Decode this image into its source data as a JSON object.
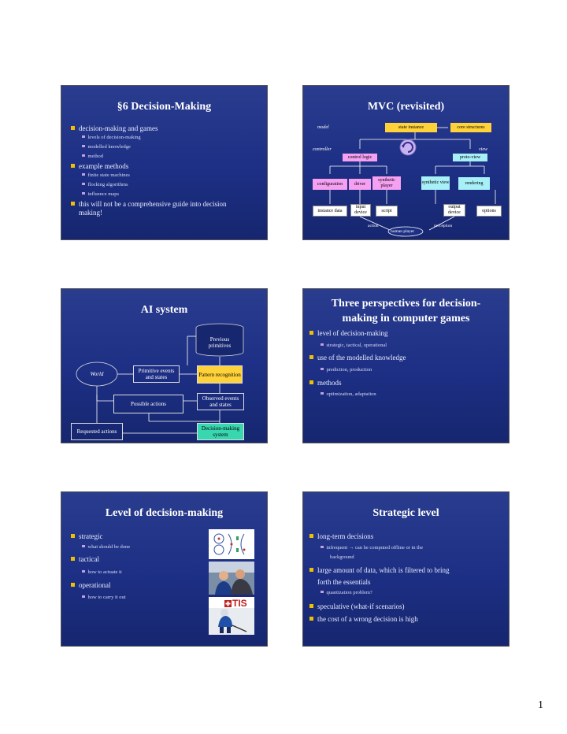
{
  "page_number": "1",
  "slide1": {
    "title": "§6 Decision-Making",
    "items": [
      {
        "level": 1,
        "text": "decision-making and games"
      },
      {
        "level": 2,
        "text": "levels of decision-making"
      },
      {
        "level": 2,
        "text": "modelled knowledge"
      },
      {
        "level": 2,
        "text": "method"
      },
      {
        "level": 1,
        "text": "example methods"
      },
      {
        "level": 2,
        "text": "finite state machines"
      },
      {
        "level": 2,
        "text": "flocking algorithms"
      },
      {
        "level": 2,
        "text": "influence maps"
      },
      {
        "level": 1,
        "text": "this will not be a comprehensive guide into decision"
      },
      {
        "level": 0,
        "text": "making!"
      }
    ]
  },
  "slide2": {
    "title": "MVC (revisited)",
    "model": "model",
    "controller": "controller",
    "view": "view",
    "state_instance": "state instance",
    "core_structures": "core structures",
    "control_logic": "control logic",
    "proto_view": "proto-view",
    "configuration": "configuration",
    "driver": "driver",
    "synthetic_player": "synthetic player",
    "synthetic_view": "synthetic view",
    "rendering": "rendering",
    "instance_data": "instance data",
    "input_device": "input device",
    "script": "script",
    "output_device": "output device",
    "options": "options",
    "action": "action",
    "perception": "perception",
    "human_player": "human player"
  },
  "slide3": {
    "title": "AI system",
    "previous_primitives": "Previous primitives",
    "world": "World",
    "primitive_events": "Primitive events and states",
    "pattern_recognition": "Pattern recognition",
    "possible_actions": "Possible actions",
    "observed_events": "Observed events and states",
    "requested_actions": "Requested actions",
    "decision_making_system": "Decision-making system"
  },
  "slide4": {
    "title_line1": "Three perspectives for decision-",
    "title_line2": "making in computer games",
    "items": [
      {
        "level": 1,
        "text": "level of decision-making"
      },
      {
        "level": 2,
        "text": "strategic, tactical, operational"
      },
      {
        "level": 1,
        "text": "use of the modelled knowledge"
      },
      {
        "level": 2,
        "text": "prediction, production"
      },
      {
        "level": 1,
        "text": "methods"
      },
      {
        "level": 2,
        "text": "optimization, adaptation"
      }
    ]
  },
  "slide5": {
    "title": "Level of decision-making",
    "items": [
      {
        "level": 1,
        "text": "strategic"
      },
      {
        "level": 2,
        "text": "what should be done"
      },
      {
        "level": 1,
        "text": "tactical"
      },
      {
        "level": 2,
        "text": "how to actuate it"
      },
      {
        "level": 1,
        "text": "operational"
      },
      {
        "level": 2,
        "text": "how to carry it out"
      }
    ],
    "photo_text": "TIS"
  },
  "slide6": {
    "title": "Strategic level",
    "items": [
      {
        "level": 1,
        "text": "long-term decisions"
      },
      {
        "level": 2,
        "text": "infrequent → can be computed offline or in the"
      },
      {
        "level": 3,
        "text": "background"
      },
      {
        "level": 1,
        "text": "large amount of data, which is filtered to bring"
      },
      {
        "level": 4,
        "text": "forth the essentials"
      },
      {
        "level": 2,
        "text": "quantization problem?"
      },
      {
        "level": 1,
        "text": "speculative (what-if scenarios)"
      },
      {
        "level": 1,
        "text": "the cost of a wrong decision is high"
      }
    ]
  }
}
